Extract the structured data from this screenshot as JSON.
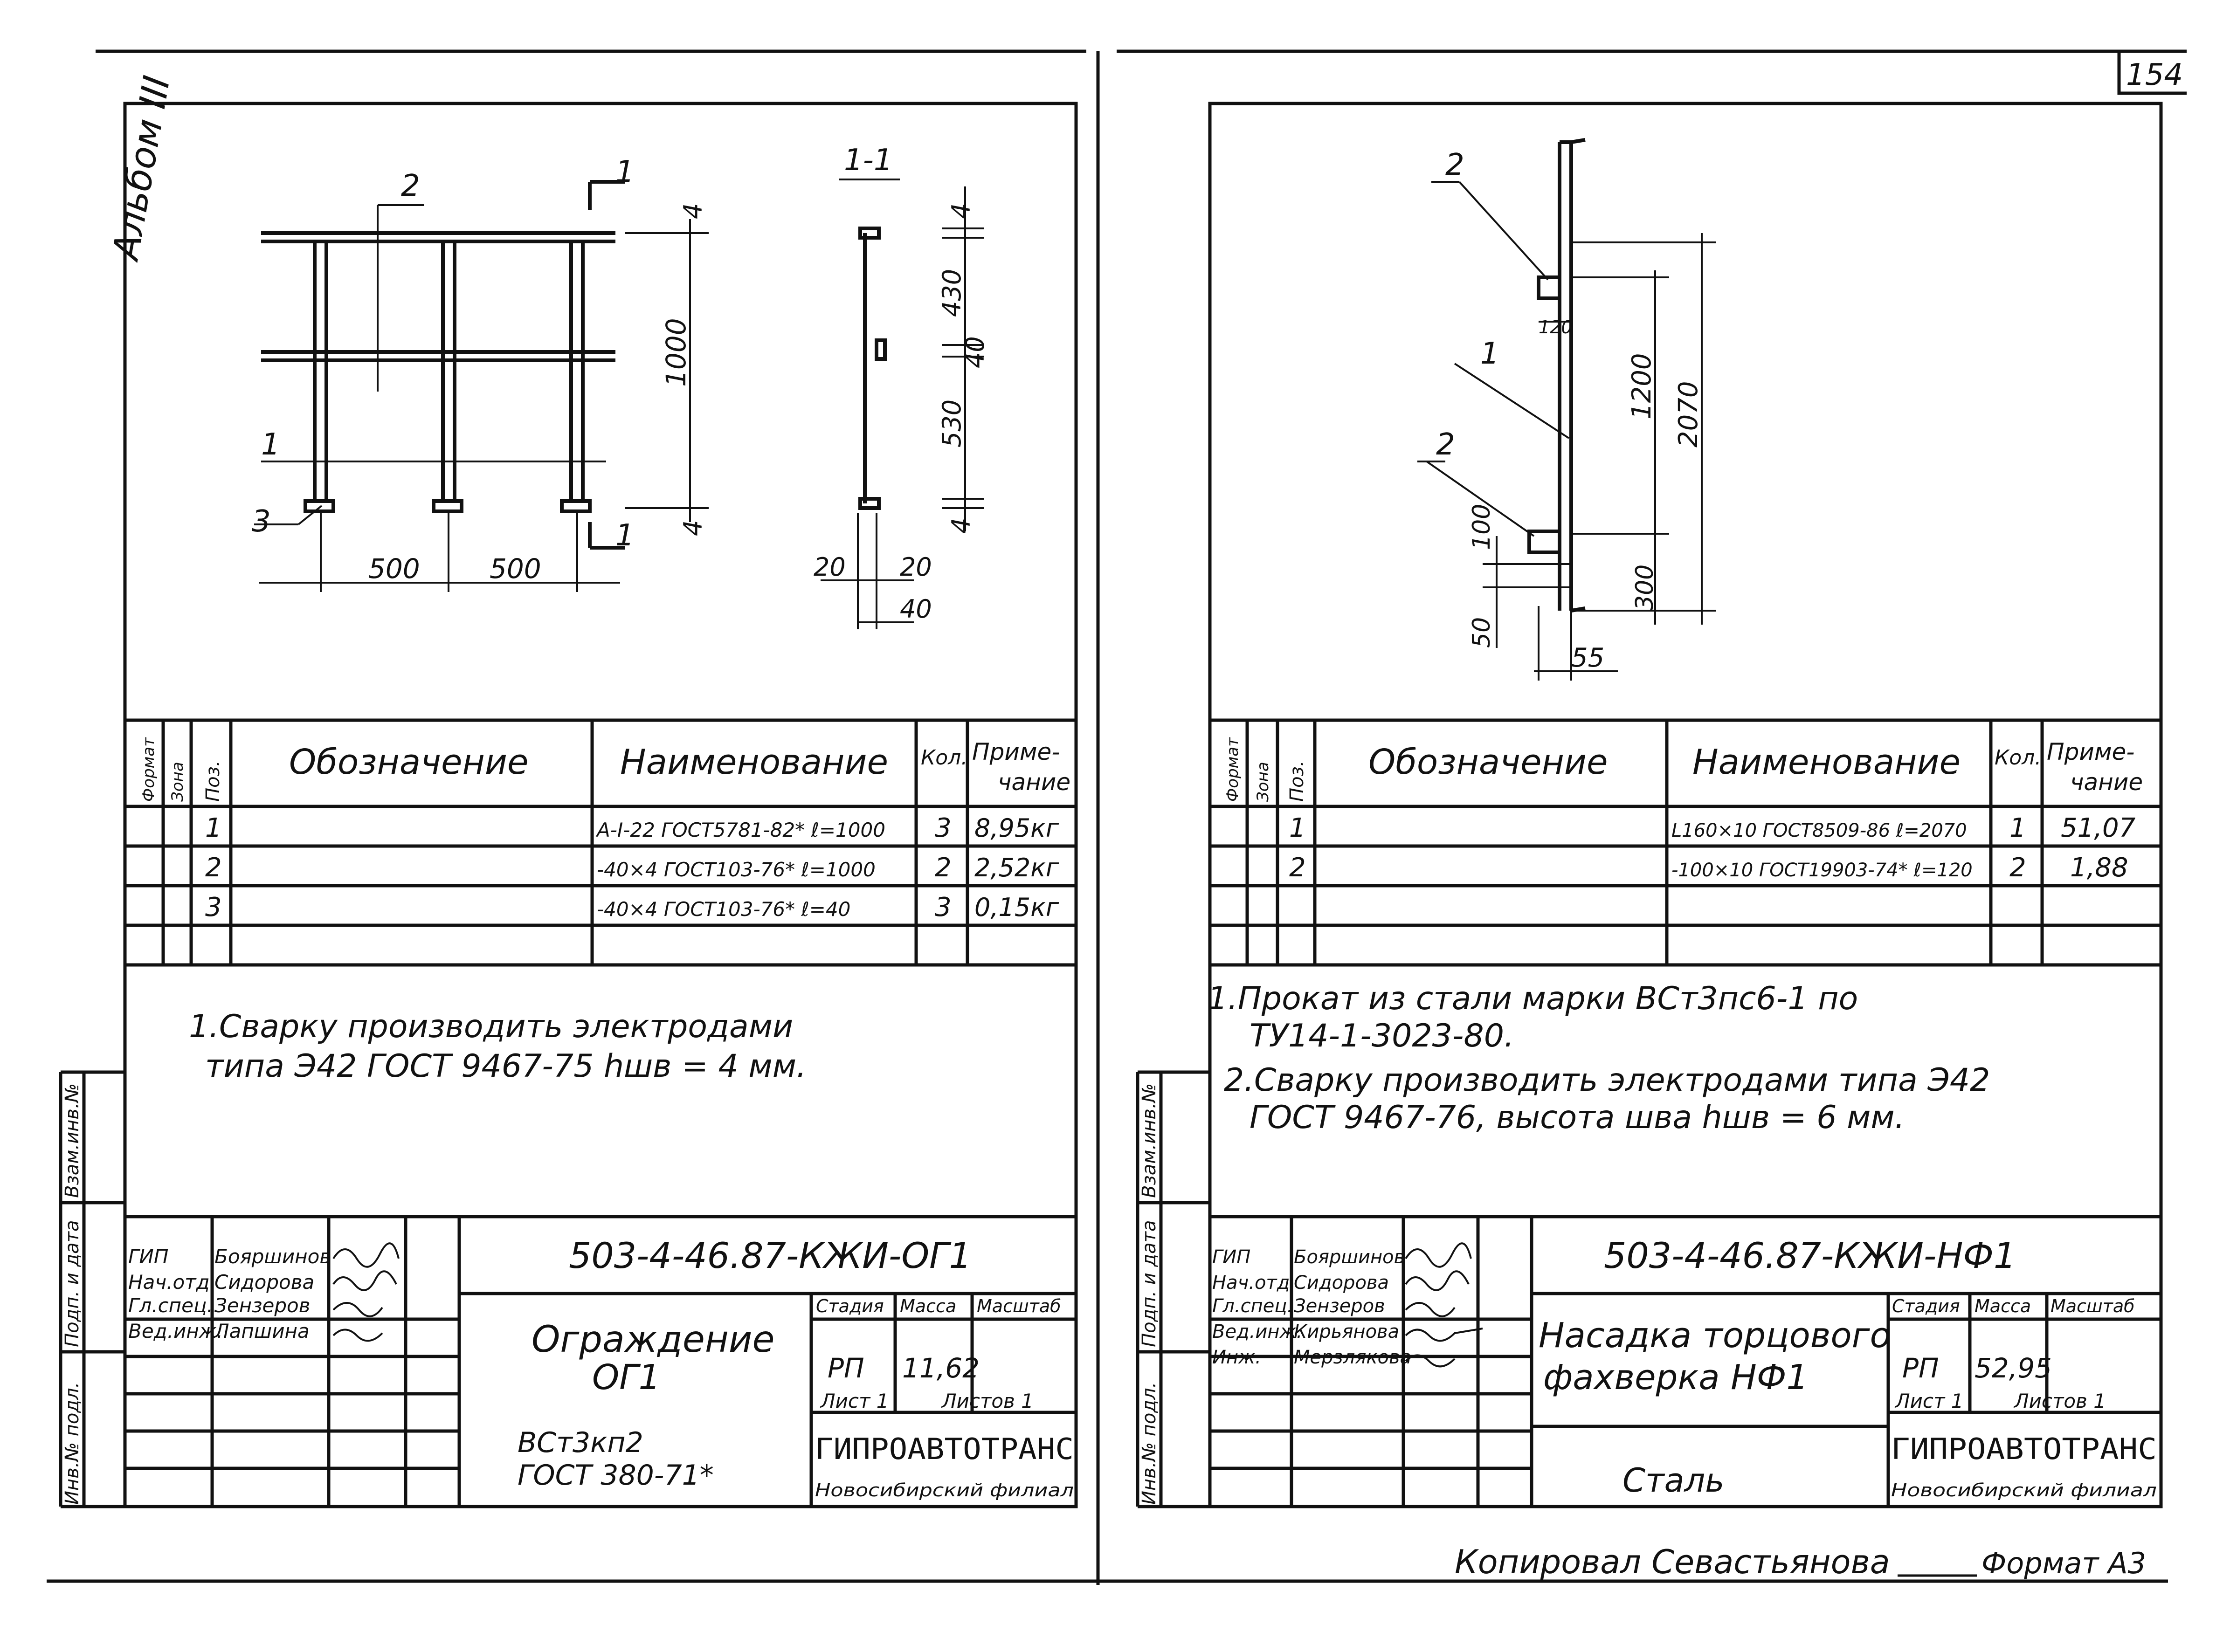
{
  "page_number": "154",
  "album_label": "Альбом III",
  "copy_line": {
    "copied_by": "Копировал Севастьянова",
    "format": "Формат А3"
  },
  "side_stamp_labels": [
    "Инв.№ подл.",
    "Подп. и дата",
    "Взам.инв.№"
  ],
  "left_sheet": {
    "drawing": {
      "section_label": "1-1",
      "pos_labels": [
        "2",
        "1",
        "3"
      ],
      "section_marks": [
        "1",
        "1"
      ],
      "dims_plan": [
        "500",
        "500"
      ],
      "dims_vertical": [
        "4",
        "1000",
        "4"
      ],
      "dims_section_vertical": [
        "4",
        "430",
        "40",
        "530",
        "4"
      ],
      "dims_section_bottom": [
        "20",
        "20",
        "40"
      ]
    },
    "spec_headers": {
      "format": "Формат",
      "zone": "Зона",
      "pos": "Поз.",
      "designation": "Обозначение",
      "name": "Наименование",
      "qty": "Кол.",
      "note_line1": "Приме-",
      "note_line2": "чание"
    },
    "spec_rows": [
      {
        "pos": "1",
        "name": "A-I-22 ГОСТ5781-82* ℓ=1000",
        "qty": "3",
        "note": "8,95кг"
      },
      {
        "pos": "2",
        "name": "-40×4 ГОСТ103-76* ℓ=1000",
        "qty": "2",
        "note": "2,52кг"
      },
      {
        "pos": "3",
        "name": "-40×4 ГОСТ103-76* ℓ=40",
        "qty": "3",
        "note": "0,15кг"
      }
    ],
    "notes": [
      "1.Сварку производить электродами",
      "типа Э42 ГОСТ 9467-75 hшв = 4 мм."
    ],
    "title_block": {
      "roles": [
        "ГИП",
        "Нач.отд.",
        "Гл.спец.",
        "Вед.инж."
      ],
      "names": [
        "Бояршинов",
        "Сидорова",
        "Зензеров",
        "Лапшина"
      ],
      "code": "503-4-46.87-КЖИ-ОГ1",
      "title_line1": "Ограждение",
      "title_line2": "ОГ1",
      "material_line1": "ВСт3кп2",
      "material_line2": "ГОСТ 380-71*",
      "stage_label": "Стадия",
      "mass_label": "Масса",
      "scale_label": "Масштаб",
      "stage": "РП",
      "mass": "11,62",
      "sheet_label": "Лист 1",
      "sheets_label": "Листов 1",
      "org": "ГИПРОАВТОТРАНС",
      "branch": "Новосибирский филиал"
    }
  },
  "right_sheet": {
    "drawing": {
      "pos_labels": [
        "2",
        "1",
        "2"
      ],
      "dims": [
        "120",
        "1200",
        "2070",
        "100",
        "300",
        "50",
        "55"
      ]
    },
    "spec_headers": {
      "format": "Формат",
      "zone": "Зона",
      "pos": "Поз.",
      "designation": "Обозначение",
      "name": "Наименование",
      "qty": "Кол.",
      "note_line1": "Приме-",
      "note_line2": "чание"
    },
    "spec_rows": [
      {
        "pos": "1",
        "name": "L160×10 ГОСТ8509-86 ℓ=2070",
        "qty": "1",
        "note": "51,07"
      },
      {
        "pos": "2",
        "name": "-100×10 ГОСТ19903-74* ℓ=120",
        "qty": "2",
        "note": "1,88"
      }
    ],
    "notes": [
      "1.Прокат из стали марки ВСт3пс6-1 по",
      "ТУ14-1-3023-80.",
      "2.Сварку производить электродами типа Э42",
      "ГОСТ 9467-76, высота шва hшв = 6 мм."
    ],
    "title_block": {
      "roles": [
        "ГИП",
        "Нач.отд.",
        "Гл.спец.",
        "Вед.инж.",
        "Инж."
      ],
      "names": [
        "Бояршинов",
        "Сидорова",
        "Зензеров",
        "Кирьянова",
        "Мерзлякова"
      ],
      "code": "503-4-46.87-КЖИ-НФ1",
      "title_line1": "Насадка торцового",
      "title_line2": "фахверка НФ1",
      "material": "Сталь",
      "stage_label": "Стадия",
      "mass_label": "Масса",
      "scale_label": "Масштаб",
      "stage": "РП",
      "mass": "52,95",
      "sheet_label": "Лист 1",
      "sheets_label": "Листов 1",
      "org": "ГИПРОАВТОТРАНС",
      "branch": "Новосибирский филиал"
    }
  }
}
